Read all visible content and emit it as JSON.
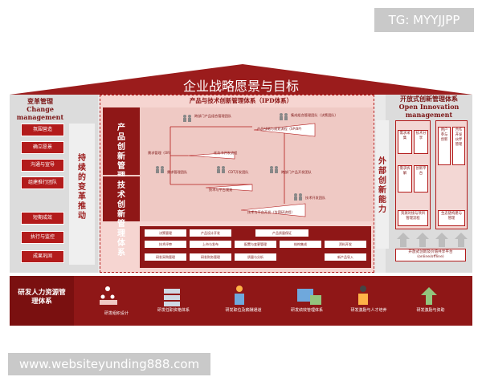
{
  "watermark_top": "TG: MYYJJPP",
  "watermark_bottom": "www.websiteyunding888.com",
  "roof_title": "企业战略愿景与目标",
  "left_panel": {
    "title_cn": "变革管理",
    "title_en": "Change management",
    "top_items": [
      "氛围营造",
      "确立愿景",
      "沟通与宣导",
      "组建推行团队"
    ],
    "bottom_items": [
      "短期成效",
      "执行与监控",
      "成果巩固"
    ],
    "vertical_label": "持续的变革推动"
  },
  "right_panel": {
    "title_cn": "开放式创新管理体系",
    "title_en": "Open Innovation management",
    "vertical_label": "外部创新能力",
    "col_a": [
      "需求采集",
      "需求拆解",
      "资源对接与项目管理流程"
    ],
    "col_b": [
      "技术分享",
      "创新平台",
      "生态链构建与管理"
    ],
    "col_c": [
      "用户参与创新",
      "合作开发伙伴管理"
    ],
    "platform_label": "开放式创新及价值共享平台(online/offline)"
  },
  "ipd": {
    "title": "产品与技术创新管理体系（IPD体系）",
    "product_panel": "产品创新管理体系",
    "tech_panel": "技术创新管理体系",
    "flow": {
      "team1": "跨部门产品组合管理团队",
      "team2": "集成组合管理团队（决策团队）",
      "strategy": "产品战略与规划流程（SP/BP）",
      "req": "需求管理（OR）",
      "task": "任务书开发流程",
      "req_team": "需求管理团队",
      "cdt": "CDT开发团队",
      "pdt": "跨部门产品开发团队",
      "tech_platform": "技术与平台规划",
      "tech_team": "技术开发团队",
      "tech_dev": "技术与平台开发（含预研流程）"
    },
    "process_tags": [
      "决策管理",
      "产品设计开发",
      "产品质量保证",
      "技术评审",
      "上市与发布",
      "配置与变更管理",
      "结构集成",
      "资料开发",
      "研发采购管理",
      "研发财务管理",
      "质量与分析",
      "",
      "新产品导入"
    ]
  },
  "hr": {
    "title": "研发人力资源管理体系",
    "items": [
      "研发组织设计",
      "研发任职资格体系",
      "研发职位及薪酬通道",
      "研发绩效管理体系",
      "研发激励与人才培养",
      "研发激励与资助"
    ]
  }
}
